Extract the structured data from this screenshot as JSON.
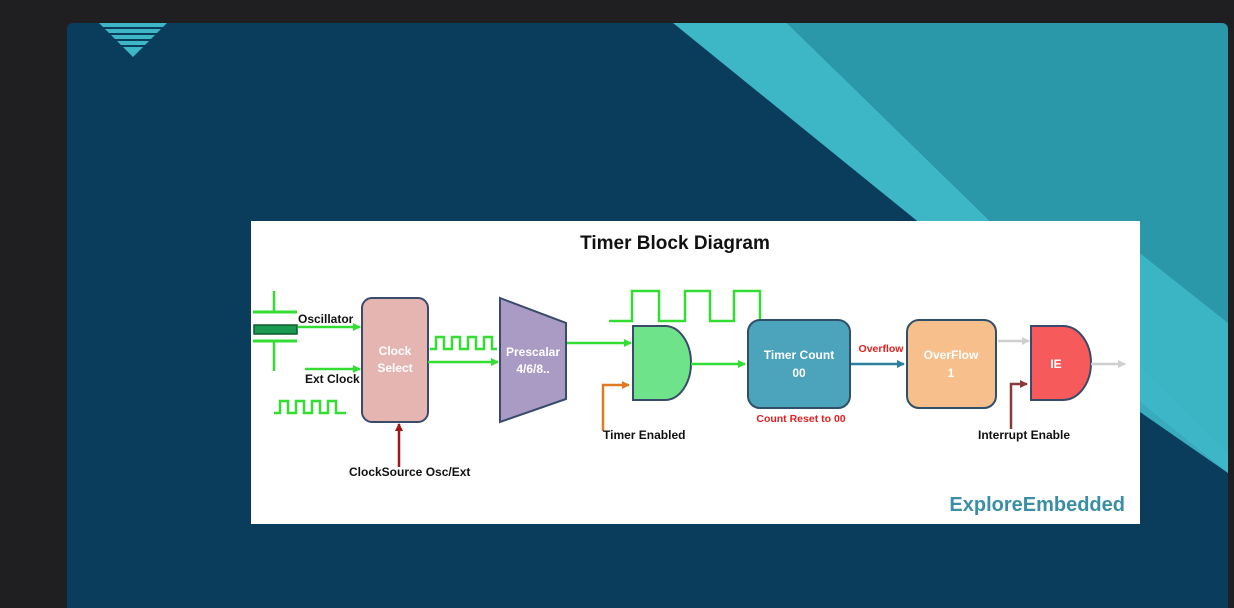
{
  "diagram": {
    "title": "Timer Block Diagram",
    "labels": {
      "oscillator": "Oscillator",
      "ext_clock": "Ext Clock",
      "clock_source": "ClockSource Osc/Ext",
      "timer_enabled": "Timer Enabled",
      "overflow_signal": "Overflow",
      "count_reset": "Count Reset to 00",
      "interrupt_enable": "Interrupt Enable"
    },
    "blocks": {
      "clock_select": [
        "Clock",
        "Select"
      ],
      "prescalar": [
        "Prescalar",
        "4/6/8.."
      ],
      "timer_count": [
        "Timer Count",
        "00"
      ],
      "overflow_flag": [
        "OverFlow",
        "1"
      ],
      "ie_gate": "IE"
    },
    "brand": "ExploreEmbedded"
  },
  "colors": {
    "panel_bg": "#0a3d5c",
    "stripe_light": "#3db7c6",
    "stripe_dark": "#2a98a8",
    "signal_green": "#33dd33",
    "clock_select": "#e5b5b2",
    "prescalar": "#a99bc4",
    "and_gate": "#6fe38a",
    "timer_count": "#4ba3bc",
    "overflow_flag": "#f6bf8b",
    "ie_gate": "#f65a5a",
    "brand": "#3a8fa6"
  }
}
